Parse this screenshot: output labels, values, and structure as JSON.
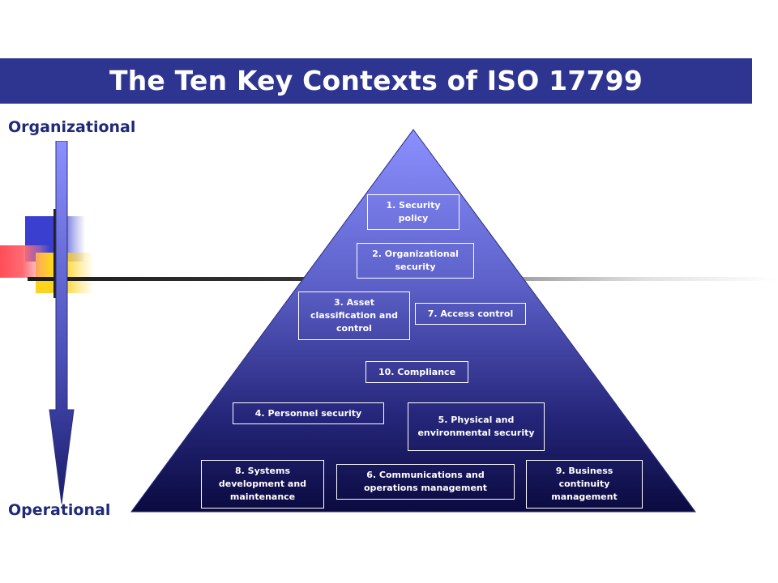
{
  "title": "The Ten Key Contexts of ISO 17799",
  "axis": {
    "top_label": "Organizational",
    "bottom_label": "Operational"
  },
  "colors": {
    "title_bar": "#2e3590",
    "label_text": "#1f2a78",
    "pyramid_top": "#8c90ff",
    "pyramid_bottom": "#0b0a40",
    "arrow_top": "#8c90ff",
    "arrow_bottom": "#1a1c6b"
  },
  "contexts": [
    {
      "number": 1,
      "label": "1. Security policy"
    },
    {
      "number": 2,
      "label": "2. Organizational security"
    },
    {
      "number": 3,
      "label": "3. Asset classification and control"
    },
    {
      "number": 4,
      "label": "4. Personnel security"
    },
    {
      "number": 5,
      "label": "5. Physical and environmental security"
    },
    {
      "number": 6,
      "label": "6. Communications and operations management"
    },
    {
      "number": 7,
      "label": "7. Access control"
    },
    {
      "number": 8,
      "label": "8. Systems development and maintenance"
    },
    {
      "number": 9,
      "label": "9. Business continuity management"
    },
    {
      "number": 10,
      "label": "10. Compliance"
    }
  ]
}
